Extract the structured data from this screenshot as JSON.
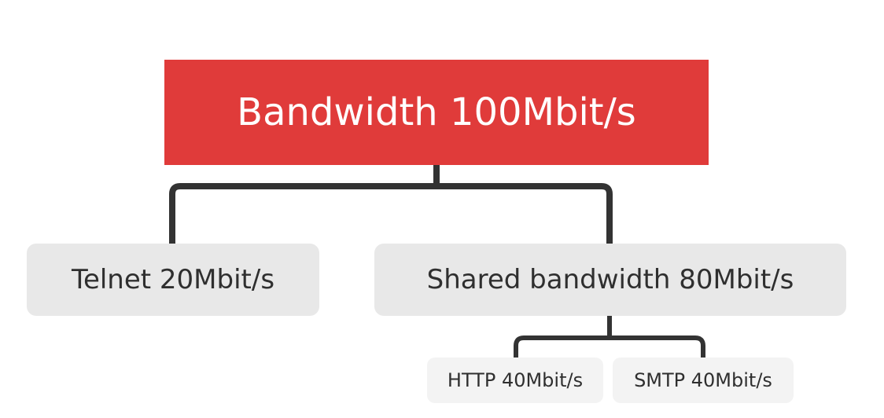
{
  "root": {
    "label": "Bandwidth 100Mbit/s"
  },
  "children": [
    {
      "label": "Telnet 20Mbit/s"
    },
    {
      "label": "Shared bandwidth 80Mbit/s"
    }
  ],
  "shared_children": [
    {
      "label": "HTTP 40Mbit/s"
    },
    {
      "label": "SMTP 40Mbit/s"
    }
  ],
  "colors": {
    "root_fill": "#e03b3a",
    "child_fill": "#e8e8e8",
    "leaf_fill": "#f3f3f3",
    "connector": "#333333",
    "text_dark": "#2f2f2f",
    "text_light": "#ffffff"
  }
}
